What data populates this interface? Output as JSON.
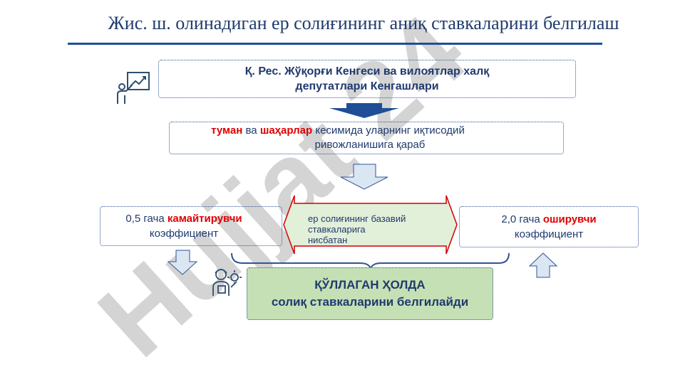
{
  "title": "Жис. ш. олинадиган ер солиғининг аниқ  ставкаларини белгилаш",
  "box1": {
    "line1": "Қ. Рес. Жўқорғи Кенгеси ва вилоятлар халқ",
    "line2": "депутатлари Кенгашлари"
  },
  "box2": {
    "part1": "туман",
    "part2": " ва ",
    "part3": "шаҳарлар",
    "part4": " кесимида уларнинг иқтисодий",
    "line2": "ривожланишига қараб"
  },
  "box3": {
    "part1": "0,5 гача ",
    "part2": "камайтирувчи",
    "line2": "коэффициент"
  },
  "box4": {
    "part1": "2,0 гача ",
    "part2": "оширувчи",
    "line2": "коэффициент"
  },
  "middle": {
    "line1": "ер солиғининг базавий",
    "line2": "ставкаларига",
    "line3": "нисбатан"
  },
  "box5": {
    "line1": "ҚЎЛЛАГАН ҲОЛДА",
    "line2": "солиқ ставкаларини белгилайди"
  },
  "watermark": "Hujjat 24",
  "colors": {
    "title": "#1f3a6e",
    "accent_red": "#e00000",
    "result_fill": "#c5e0b4",
    "arrow_blue": "#1f4e96",
    "watermark": "#b0b0b0",
    "watermark_purple": "#c9a8f0"
  },
  "icons": [
    "presenter-chart-icon",
    "worker-gear-icon"
  ]
}
